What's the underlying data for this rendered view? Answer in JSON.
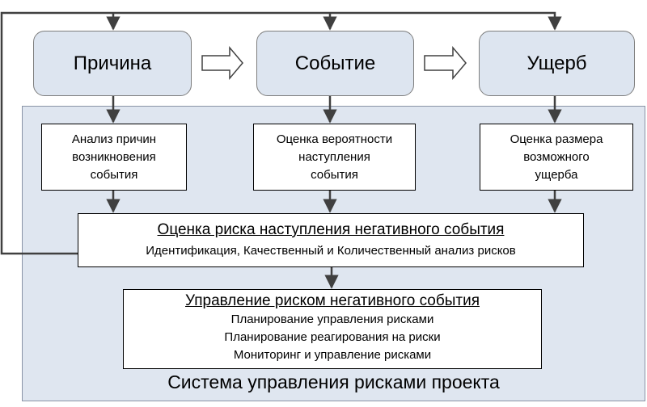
{
  "stages": [
    {
      "id": "cause",
      "label": "Причина"
    },
    {
      "id": "event",
      "label": "Событие"
    },
    {
      "id": "damage",
      "label": "Ущерб"
    }
  ],
  "analysis": [
    {
      "id": "cause-analysis",
      "lines": [
        "Анализ причин",
        "возникновения",
        "события"
      ]
    },
    {
      "id": "probability",
      "lines": [
        "Оценка вероятности",
        "наступления",
        "события"
      ]
    },
    {
      "id": "damage-size",
      "lines": [
        "Оценка размера",
        "возможного",
        "ущерба"
      ]
    }
  ],
  "risk_assessment": {
    "title": "Оценка риска наступления негативного события",
    "subtitle": "Идентификация, Качественный и Количественный анализ рисков"
  },
  "risk_management": {
    "title": "Управление риском негативного события",
    "items": [
      "Планирование управления рисками",
      "Планирование реагирования на риски",
      "Мониторинг и управление рисками"
    ]
  },
  "system_title": "Система управления рисками проекта",
  "colors": {
    "panel_fill": "#dfe6f0",
    "stage_fill": "#dde5f0",
    "line": "#404040"
  }
}
